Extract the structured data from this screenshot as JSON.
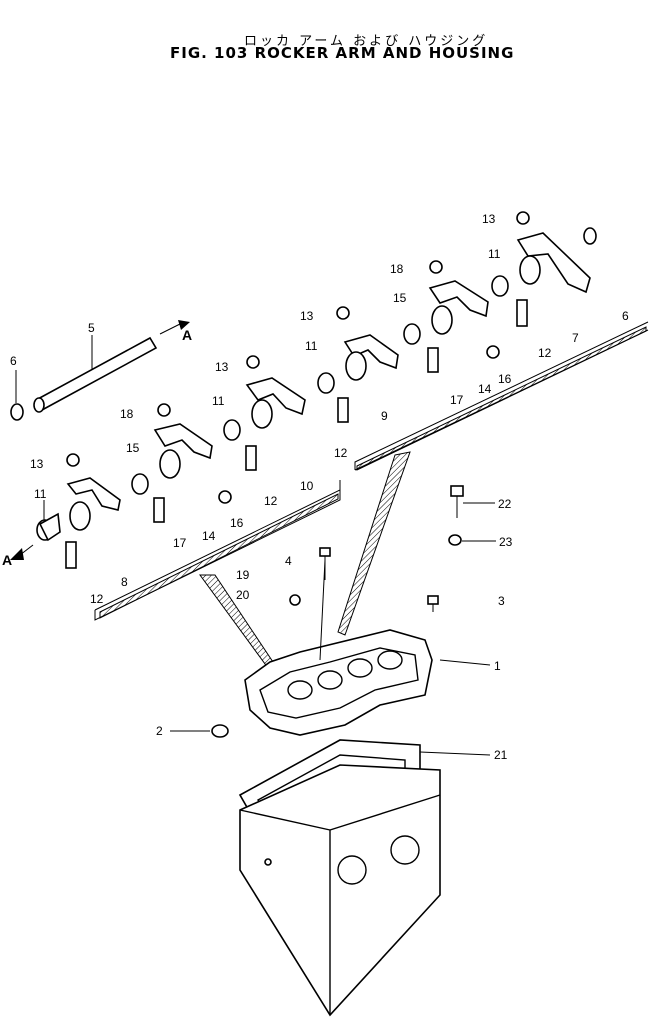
{
  "header": {
    "title_jp": "ロッカ アーム および ハウジング",
    "title_en": "FIG. 103  ROCKER ARM AND HOUSING"
  },
  "callouts": [
    {
      "id": "c13a",
      "text": "13"
    },
    {
      "id": "c13b",
      "text": "13"
    },
    {
      "id": "c13c",
      "text": "13"
    },
    {
      "id": "c13d",
      "text": "13"
    },
    {
      "id": "c11a",
      "text": "11"
    },
    {
      "id": "c11b",
      "text": "11"
    },
    {
      "id": "c11c",
      "text": "11"
    },
    {
      "id": "c11d",
      "text": "11"
    },
    {
      "id": "c18a",
      "text": "18"
    },
    {
      "id": "c18b",
      "text": "18"
    },
    {
      "id": "c15a",
      "text": "15"
    },
    {
      "id": "c15b",
      "text": "15"
    },
    {
      "id": "c6a",
      "text": "6"
    },
    {
      "id": "c6b",
      "text": "6"
    },
    {
      "id": "c7",
      "text": "7"
    },
    {
      "id": "c5",
      "text": "5"
    },
    {
      "id": "c12a",
      "text": "12"
    },
    {
      "id": "c12b",
      "text": "12"
    },
    {
      "id": "c12c",
      "text": "12"
    },
    {
      "id": "c12d",
      "text": "12"
    },
    {
      "id": "c14a",
      "text": "14"
    },
    {
      "id": "c14b",
      "text": "14"
    },
    {
      "id": "c17a",
      "text": "17"
    },
    {
      "id": "c17b",
      "text": "17"
    },
    {
      "id": "c16a",
      "text": "16"
    },
    {
      "id": "c16b",
      "text": "16"
    },
    {
      "id": "c9",
      "text": "9"
    },
    {
      "id": "c10",
      "text": "10"
    },
    {
      "id": "c8",
      "text": "8"
    },
    {
      "id": "c22",
      "text": "22"
    },
    {
      "id": "c23",
      "text": "23"
    },
    {
      "id": "c4",
      "text": "4"
    },
    {
      "id": "c19",
      "text": "19"
    },
    {
      "id": "c20",
      "text": "20"
    },
    {
      "id": "c3",
      "text": "3"
    },
    {
      "id": "c1",
      "text": "1"
    },
    {
      "id": "c2",
      "text": "2"
    },
    {
      "id": "c21",
      "text": "21"
    }
  ],
  "arrows": [
    {
      "id": "arrowA1",
      "text": "A"
    },
    {
      "id": "arrowA2",
      "text": "A"
    }
  ]
}
